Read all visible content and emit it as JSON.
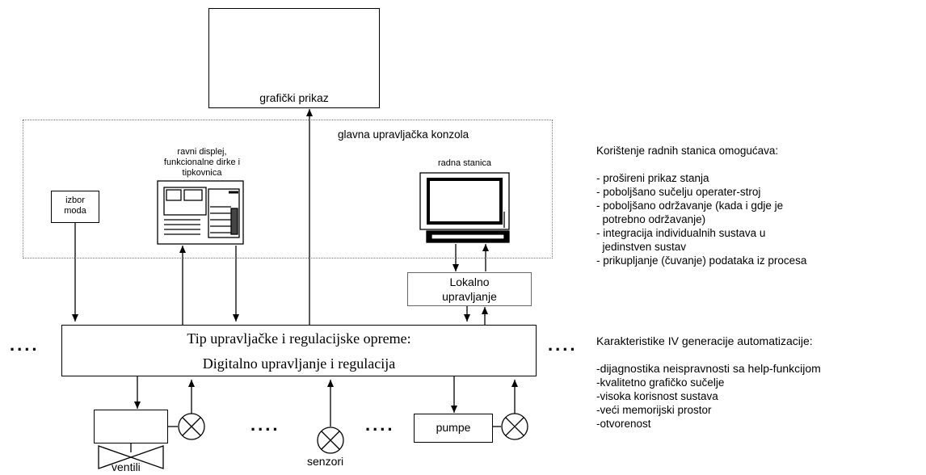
{
  "graphic": {
    "label": "grafički prikaz"
  },
  "console": {
    "label": "glavna upravljačka konzola"
  },
  "flat_display": {
    "label_lines": [
      "ravni displej,",
      "funkcionalne dirke i",
      "tipkovnica"
    ]
  },
  "mode": {
    "label_lines": [
      "izbor",
      "moda"
    ]
  },
  "workstation": {
    "label": "radna stanica"
  },
  "local": {
    "label_lines": [
      "Lokalno",
      "upravljanje"
    ]
  },
  "main": {
    "line1": "Tip upravljačke i regulacijske  opreme:",
    "line2": "Digitalno upravljanje i regulacija"
  },
  "ellipsis": "....",
  "field": {
    "valves": "ventili",
    "sensors": "senzori",
    "pumps": "pumpe"
  },
  "panel_use": {
    "heading": "Korištenje radnih stanica omogućava:",
    "items": [
      "- prošireni  prikaz stanja",
      "- poboljšano sučelju operater-stroj",
      "- poboljšano održavanje (kada i gdje je",
      "  potrebno održavanje)",
      "- integracija individualnih sustava u",
      "  jedinstven sustav",
      "- prikupljanje (čuvanje) podataka iz procesa"
    ]
  },
  "panel_gen": {
    "heading": "Karakteristike IV generacije automatizacije:",
    "items": [
      "-dijagnostika neispravnosti sa help-funkcijom",
      "-kvalitetno grafičko sučelje",
      "-visoka korisnost sustava",
      "-veći memorijski prostor",
      "-otvorenost"
    ]
  }
}
